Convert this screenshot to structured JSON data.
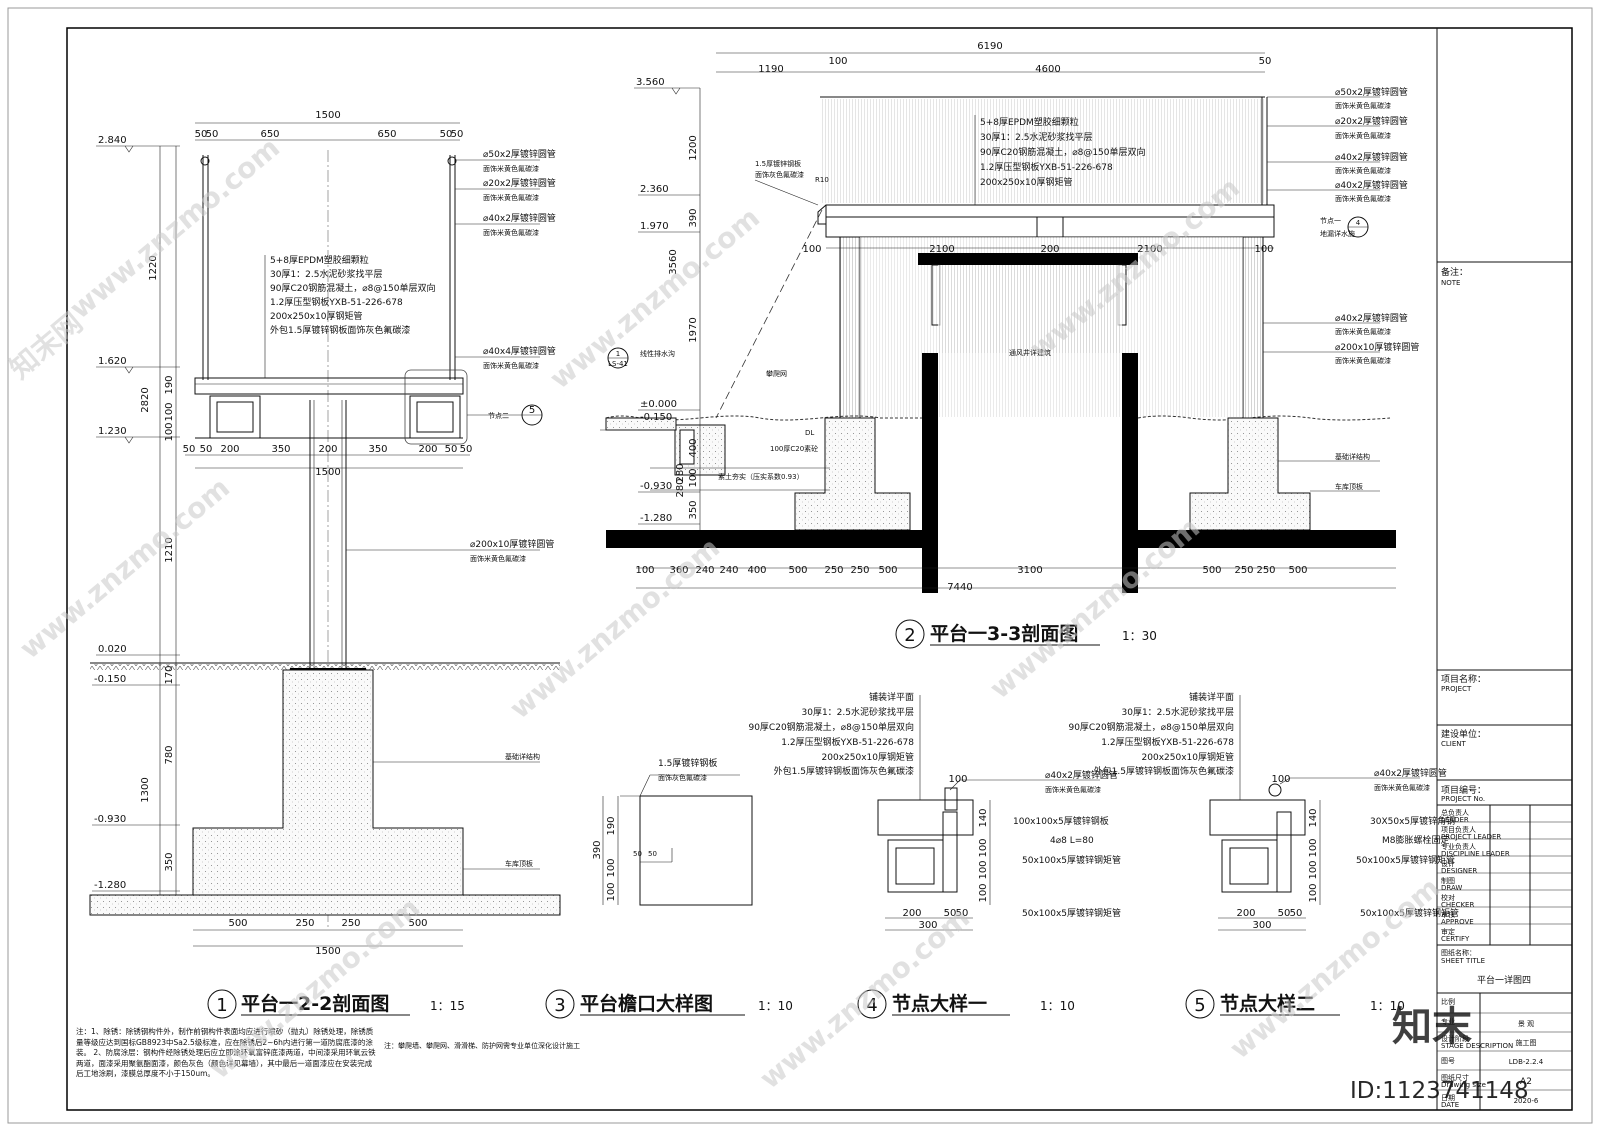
{
  "section22": {
    "title": "平台一2-2剖面图",
    "scale": "1：15",
    "num": "1",
    "dims_top": [
      "1500",
      "50",
      "50",
      "650",
      "650",
      "50",
      "50"
    ],
    "dims_bottom": [
      "50",
      "50",
      "200",
      "350",
      "200",
      "350",
      "200",
      "50",
      "50"
    ],
    "dims_bottom_total": "1500",
    "dims_found": [
      "500",
      "250",
      "250",
      "500"
    ],
    "dims_found_total": "1500",
    "elev": [
      "2.840",
      "1.620",
      "1.230",
      "0.020",
      "-0.150",
      "-0.930",
      "-1.280"
    ],
    "vdims": [
      "1220",
      "2820",
      "190",
      "100",
      "100",
      "1210",
      "170",
      "780",
      "1300",
      "350"
    ],
    "layers": [
      "5+8厚EPDM塑胶细颗粒",
      "30厚1：2.5水泥砂浆找平层",
      "90厚C20钢筋混凝土，⌀8@150单层双向",
      "1.2厚压型钢板YXB-51-226-678",
      "200x250x10厚钢矩管",
      "外包1.5厚镀锌钢板面饰灰色氟碳漆"
    ],
    "right_labels": [
      "⌀50x2厚镀锌圆管",
      "面饰米黄色氟碳漆",
      "⌀20x2厚镀锌圆管",
      "面饰米黄色氟碳漆",
      "⌀40x2厚镀锌圆管",
      "面饰米黄色氟碳漆",
      "⌀40x4厚镀锌圆管",
      "面饰米黄色氟碳漆",
      "⌀200x10厚镀锌圆管",
      "面饰米黄色氟碳漆",
      "基础详结构",
      "车库顶板"
    ],
    "node_ref": "节点二",
    "node_num": "5"
  },
  "section33": {
    "title": "平台一3-3剖面图",
    "scale": "1：30",
    "num": "2",
    "dims_top": [
      "6190",
      "100",
      "1190",
      "4600",
      "50"
    ],
    "dims_mid": [
      "100",
      "2100",
      "200",
      "2100",
      "100"
    ],
    "dims_bottom": [
      "100",
      "360",
      "240",
      "240",
      "400",
      "500",
      "250",
      "250",
      "500",
      "3100",
      "500",
      "250",
      "250",
      "500"
    ],
    "dims_total": "7440",
    "elev": [
      "3.560",
      "2.360",
      "1.970",
      "±0.000",
      "-0.150",
      "-0.930",
      "-1.280"
    ],
    "vdims": [
      "1200",
      "390",
      "3560",
      "1970",
      "400",
      "280",
      "100",
      "350",
      "280"
    ],
    "layers": [
      "5+8厚EPDM塑胶细颗粒",
      "30厚1：2.5水泥砂浆找平层",
      "90厚C20钢筋混凝土，⌀8@150单层双向",
      "1.2厚压型钢板YXB-51-226-678",
      "200x250x10厚钢矩管"
    ],
    "right_labels": [
      "⌀50x2厚镀锌圆管",
      "面饰米黄色氟碳漆",
      "⌀20x2厚镀锌圆管",
      "面饰米黄色氟碳漆",
      "⌀40x2厚镀锌圆管",
      "面饰米黄色氟碳漆",
      "⌀40x2厚镀锌圆管",
      "面饰米黄色氟碳漆",
      "节点一",
      "地漏详水施",
      "⌀40x2厚镀锌圆管",
      "面饰米黄色氟碳漆",
      "⌀200x10厚镀锌圆管",
      "面饰米黄色氟碳漆",
      "基础详结构",
      "车库顶板"
    ],
    "left_labels": [
      "1.5厚镀锌钢板",
      "面饰灰色氟碳漆",
      "R10",
      "线性排水沟",
      "攀爬网",
      "通风井详建筑",
      "DL",
      "100厚C20素砼",
      "素土夯实（压实系数0.93）"
    ],
    "node_num": "4",
    "ref_num": "1",
    "ref_sub": "LS-41"
  },
  "eave": {
    "title": "平台檐口大样图",
    "scale": "1：10",
    "num": "3",
    "labels": [
      "1.5厚镀锌钢板",
      "面饰灰色氟碳漆"
    ],
    "vdims": [
      "390",
      "190",
      "100",
      "100"
    ],
    "inner": [
      "50",
      "50"
    ]
  },
  "node1": {
    "title": "节点大样一",
    "scale": "1：10",
    "num": "4",
    "layers": [
      "铺装详平面",
      "30厚1：2.5水泥砂浆找平层",
      "90厚C20钢筋混凝土，⌀8@150单层双向",
      "1.2厚压型钢板YXB-51-226-678",
      "200x250x10厚钢矩管",
      "外包1.5厚镀锌钢板面饰灰色氟碳漆"
    ],
    "right": [
      "⌀40x2厚镀锌圆管",
      "面饰米黄色氟碳漆",
      "100x100x5厚镀锌钢板",
      "4⌀8 L=80",
      "50x100x5厚镀锌钢矩管",
      "50x100x5厚镀锌钢矩管"
    ],
    "top_dim": "100",
    "vdims": [
      "140",
      "100",
      "100",
      "100"
    ],
    "bottom": [
      "200",
      "50",
      "50"
    ],
    "bottom_total": "300"
  },
  "node2": {
    "title": "节点大样二",
    "scale": "1：10",
    "num": "5",
    "layers": [
      "铺装详平面",
      "30厚1：2.5水泥砂浆找平层",
      "90厚C20钢筋混凝土，⌀8@150单层双向",
      "1.2厚压型钢板YXB-51-226-678",
      "200x250x10厚钢矩管",
      "外包1.5厚镀锌钢板面饰灰色氟碳漆"
    ],
    "right": [
      "⌀40x2厚镀锌圆管",
      "面饰米黄色氟碳漆",
      "30X50x5厚镀锌角钢",
      "M8膨胀螺栓固定",
      "50x100x5厚镀锌钢矩管",
      "50x100x5厚镀锌钢矩管"
    ],
    "top_dim": "100",
    "vdims": [
      "140",
      "100",
      "100",
      "100"
    ],
    "bottom": [
      "200",
      "50",
      "50"
    ],
    "bottom_total": "300"
  },
  "notes": {
    "left": "注：1、除锈：除锈钢构件外，制作前钢构件表面均应进行喷砂（抛丸）除锈处理，除锈质量等级应达到国标GB8923中Sa2.5级标准，应在除锈后2~6h内进行第一道防腐底漆的涂装。 2、防腐涂层：钢构件经除锈处理后应立即涂环氧富锌底漆两道，中间漆采用环氧云铁两道，面漆采用聚氨酯面漆，颜色灰色（颜色详见幕墙），其中最后一道面漆应在安装完成后工地涂刷，漆膜总厚度不小于150um。",
    "right": "注：攀爬墙、攀爬网、滑滑梯、防护网需专业单位深化设计施工"
  },
  "titleblock": {
    "note_cn": "备注：",
    "note_en": "NOTE",
    "project_cn": "项目名称：",
    "project_en": "PROJECT",
    "client_cn": "建设单位：",
    "client_en": "CLIENT",
    "projno_cn": "项目编号：",
    "projno_en": "PROJECT No.",
    "roles": [
      {
        "cn": "总负责人",
        "en": "LEADER"
      },
      {
        "cn": "项目负责人",
        "en": "PROJECT LEADER"
      },
      {
        "cn": "专业负责人",
        "en": "DISCIPLINE LEADER"
      },
      {
        "cn": "设计",
        "en": "DESIGNER"
      },
      {
        "cn": "制图",
        "en": "DRAW"
      },
      {
        "cn": "校对",
        "en": "CHECKER"
      },
      {
        "cn": "审核",
        "en": "APPROVE"
      },
      {
        "cn": "审定",
        "en": "CERTIFY"
      }
    ],
    "sheet_cn": "图纸名称：",
    "sheet_en": "SHEET TITLE",
    "sheet_title": "平台一详图四",
    "rows": [
      {
        "cn": "比例",
        "en": "",
        "val": ""
      },
      {
        "cn": "专业",
        "en": "",
        "val": "景 观"
      },
      {
        "cn": "设计阶段",
        "en": "STAGE DESCRIPTION",
        "val": "施工图"
      },
      {
        "cn": "图号",
        "en": "",
        "val": "LDB-2.2.4"
      },
      {
        "cn": "图纸尺寸",
        "en": "Drawing size",
        "val": "A2"
      },
      {
        "cn": "日期",
        "en": "DATE",
        "val": "2020-6"
      }
    ]
  },
  "watermark": {
    "site": "www.znzmo.com",
    "brand": "知末网",
    "logo": "知末",
    "id": "ID:1123741148"
  }
}
